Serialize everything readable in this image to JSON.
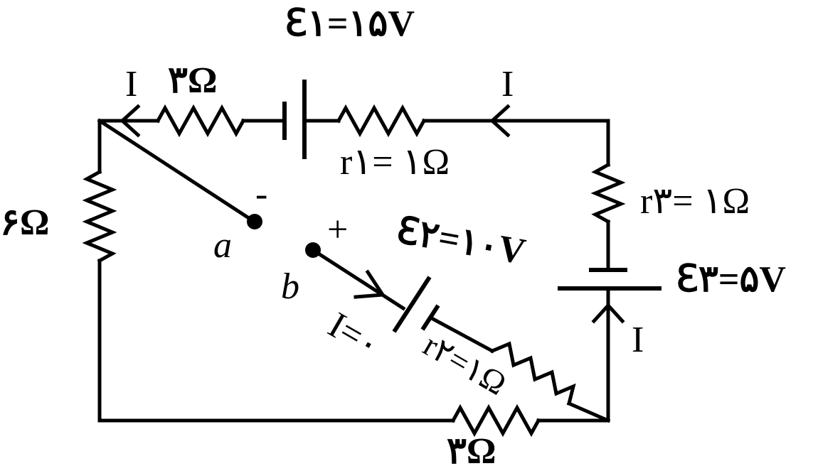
{
  "diagram": {
    "emf1_label": "ℇ۱=۱۵V",
    "emf2_label": "ℇ۲=۱۰V",
    "emf3_label": "ℇ۳=۵V",
    "r1_label": "r۱= ۱Ω",
    "r2_label": "r۲=۱Ω",
    "r3_label": "r۳= ۱Ω",
    "res_top_label": "۳Ω",
    "res_left_label": "۶Ω",
    "res_bottom_label": "۳Ω",
    "current_top_left_label": "I",
    "current_top_right_label": "I",
    "current_right_label": "I",
    "current_zero_label": "I=۰",
    "node_a_label": "a",
    "node_b_label": "b",
    "minus_sign": "-",
    "plus_sign": "+"
  }
}
